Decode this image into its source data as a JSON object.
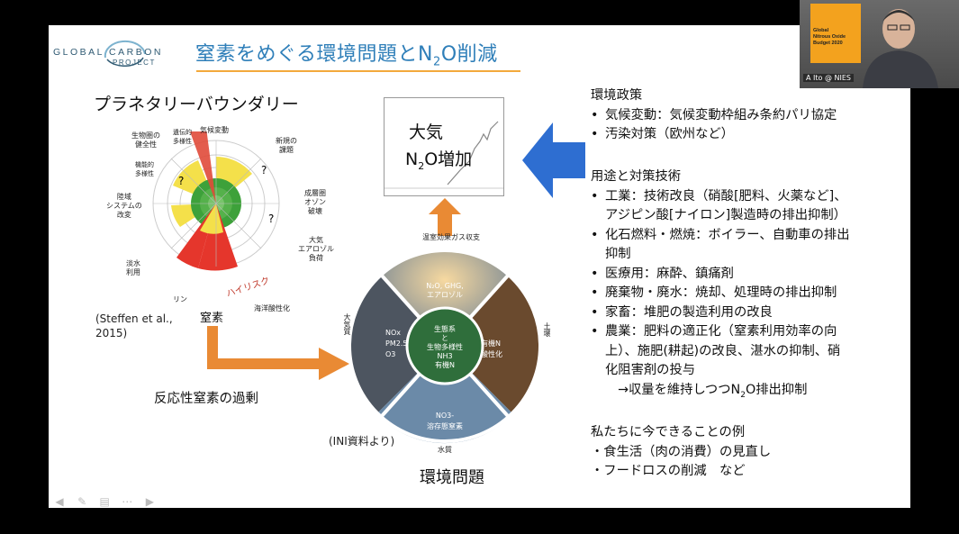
{
  "slide": {
    "logo": {
      "line1": "GLOBAL CARBON",
      "line2": "PROJECT"
    },
    "title": "窒素をめぐる環境問題とN",
    "title_sub": "2",
    "title_end": "O削減",
    "boundary": {
      "heading": "プラネタリーバウンダリー",
      "labels": {
        "climate": "気候変動",
        "novel": "新規の\n課題",
        "ozone": "成層圏\nオゾン\n破壊",
        "aerosol": "大気\nエアロゾル\n負荷",
        "ocean": "海洋酸性化",
        "bio_integrity": "生物圏の\n健全性",
        "genetic": "遺伝的\n多様性",
        "functional": "機能的\n多様性",
        "land": "陸域\nシステムの\n改変",
        "water": "淡水\n利用",
        "phosphorus": "リン",
        "nitrogen": "窒素",
        "high_risk": "ハイリスク",
        "q": "?"
      },
      "credit": "(Steffen et al.,\n2015)"
    },
    "reactive_n": "反応性窒素の過剰",
    "atm": {
      "line1": "大気",
      "line2a": "N",
      "line2sub": "2",
      "line2b": "O増加"
    },
    "wheel": {
      "top_label": "温室効果ガス収支",
      "left_label": "大気質",
      "right_label": "土壌",
      "bottom_label": "水質",
      "top_text": "N₂O, GHG,\nエアロゾル",
      "left_text": "NOx\nPM2.5\nO3",
      "right_text": "有機N\n酸性化",
      "bottom_text": "NO3-\n溶存態窒素",
      "center_text": "生態系\nと\n生物多様性\nNH3\n有機N",
      "credit": "(INI資料より)",
      "caption": "環境問題"
    },
    "right_text": {
      "policy_head": "環境政策",
      "policy": [
        "気候変動：気候変動枠組み条約パリ協定",
        "汚染対策（欧州など）"
      ],
      "uses_head": "用途と対策技術",
      "uses": [
        [
          "工業：技術改良（硝酸[肥料、火薬など]、",
          "アジピン酸[ナイロン]製造時の排出抑制）"
        ],
        [
          "化石燃料・燃焼：ボイラー、自動車の排出",
          "抑制"
        ],
        [
          "医療用：麻酔、鎮痛剤"
        ],
        [
          "廃棄物・廃水：焼却、処理時の排出抑制"
        ],
        [
          "家畜：堆肥の製造利用の改良"
        ],
        [
          "農業：肥料の適正化（窒素利用効率の向",
          "上）、施肥(耕起)の改良、湛水の抑制、硝",
          "化阻害剤の投与"
        ]
      ],
      "result_a": "→収量を維持しつつN",
      "result_sub": "2",
      "result_b": "O排出抑制",
      "now_head": "私たちに今できることの例",
      "now": [
        "・食生活（肉の消費）の見直し",
        "・フードロスの削減　など"
      ]
    }
  },
  "camera": {
    "poster": "Global\nNitrous Oxide\nBudget 2020",
    "name": "A Ito @ NIES"
  },
  "toolbar": {
    "prev": "◀",
    "pen": "✎",
    "grid": "▤",
    "more": "⋯",
    "next": "▶"
  }
}
